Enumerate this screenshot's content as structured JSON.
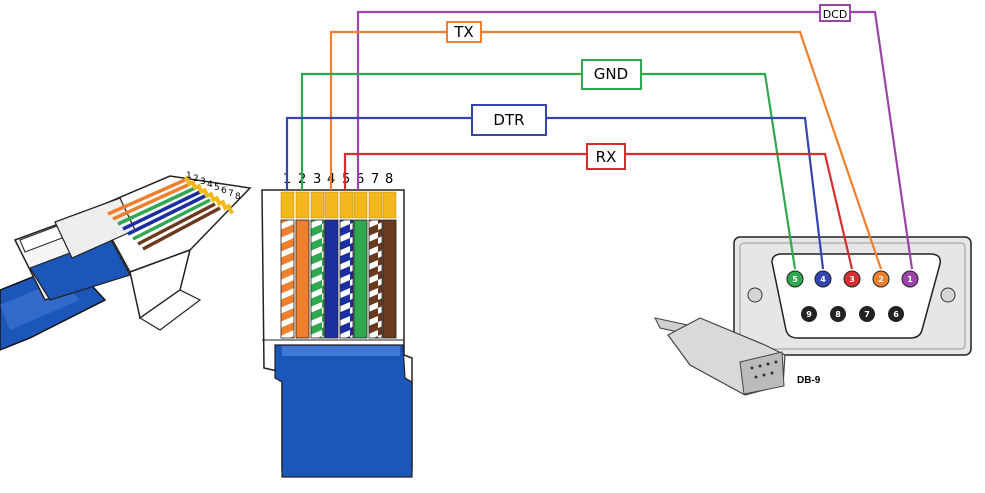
{
  "wiring": [
    {
      "signal": "DCD",
      "rj45_pin": "6",
      "db9_pin": "1",
      "color": "#9b45a8"
    },
    {
      "signal": "TX",
      "rj45_pin": "4",
      "db9_pin": "2",
      "color": "#f07f2d"
    },
    {
      "signal": "GND",
      "rj45_pin": "2",
      "db9_pin": "5",
      "color": "#2fa84f"
    },
    {
      "signal": "DTR",
      "rj45_pin": "1",
      "db9_pin": "4",
      "color": "#3545b0"
    },
    {
      "signal": "RX",
      "rj45_pin": "5",
      "db9_pin": "3",
      "color": "#d32f2f"
    }
  ],
  "rj45_side_pins": [
    "1",
    "2",
    "3",
    "4",
    "5",
    "6",
    "7",
    "8"
  ],
  "rj45_pins": [
    "1",
    "2",
    "3",
    "4",
    "5",
    "6",
    "7",
    "8"
  ],
  "db9_top_pins": [
    "5",
    "4",
    "3",
    "2",
    "1"
  ],
  "db9_bottom_pins": [
    "9",
    "8",
    "7",
    "6"
  ],
  "db9_label": "DB-9",
  "wire_colors": {
    "orange": "#f07f2d",
    "green": "#2fa84f",
    "blue": "#1c2fa0",
    "brown": "#6b3a1e",
    "jacket": "#1c56b8",
    "plug_gold": "#f2b81c"
  }
}
